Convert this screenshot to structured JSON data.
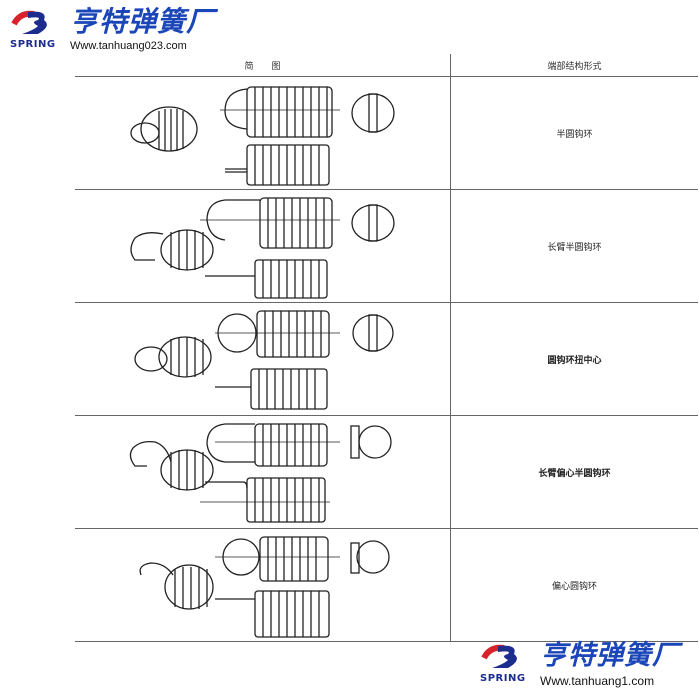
{
  "header": {
    "logo_text": "SPRING",
    "brand_name": "亨特弹簧厂",
    "url": "Www.tanhuang023.com"
  },
  "footer": {
    "logo_text": "SPRING",
    "brand_name": "亨特弹簧厂",
    "url": "Www.tanhuang1.com"
  },
  "table": {
    "columns": [
      "简　　图",
      "端部结构形式"
    ],
    "rows": [
      {
        "end_type": "半圆钩环",
        "diagram": "half-round-hook-spring"
      },
      {
        "end_type": "长臂半圆钩环",
        "diagram": "long-arm-half-round-hook-spring"
      },
      {
        "end_type": "圆钩环扭中心",
        "diagram": "round-hook-twisted-center-spring"
      },
      {
        "end_type": "长臂偏心半圆钩环",
        "diagram": "long-arm-eccentric-half-round-hook-spring"
      },
      {
        "end_type": "偏心圆钩环",
        "diagram": "eccentric-round-hook-spring"
      }
    ]
  },
  "colors": {
    "brand_blue": "#1b46b8",
    "logo_red": "#d8232a",
    "line": "#333333"
  }
}
